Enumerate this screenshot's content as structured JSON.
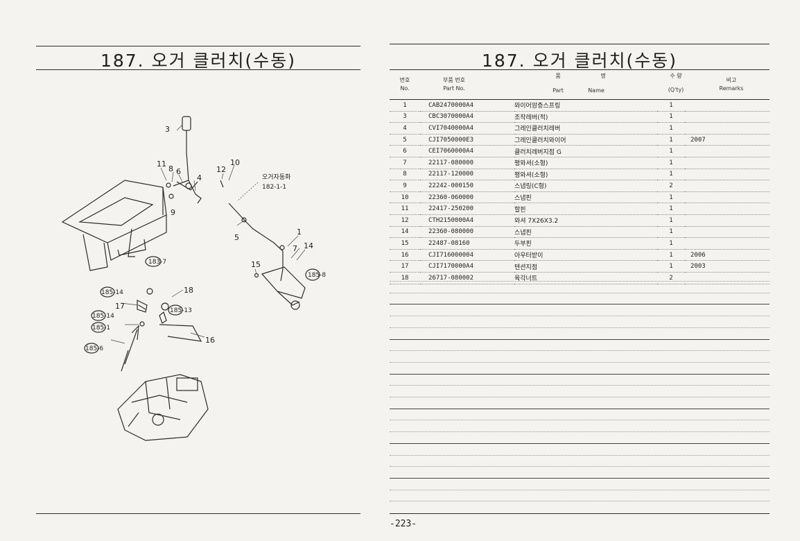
{
  "title": "187. 오거 클러치(수동)",
  "header": {
    "no_ko": "번호",
    "no_en": "No.",
    "part_ko": "부품 번호",
    "part_en": "Part No.",
    "name_ko_1": "품",
    "name_ko_2": "명",
    "name_en_1": "Part",
    "name_en_2": "Name",
    "qty_ko": "수 량",
    "qty_en": "(Q'ty)",
    "remarks_ko": "비고",
    "remarks_en": "Remarks"
  },
  "parts": [
    {
      "no": "1",
      "part": "CAB2470000A4",
      "name": "와이어암층스프링",
      "qty": "1",
      "remarks": ""
    },
    {
      "no": "3",
      "part": "CBC3070000A4",
      "name": "조작레버(적)",
      "qty": "1",
      "remarks": ""
    },
    {
      "no": "4",
      "part": "CVI7040000A4",
      "name": "그레인클러치레버",
      "qty": "1",
      "remarks": ""
    },
    {
      "no": "5",
      "part": "CJI7050000E3",
      "name": "그레인클러치와이어",
      "qty": "1",
      "remarks": "2007"
    },
    {
      "no": "6",
      "part": "CEI7060000A4",
      "name": "클러치레버지점 G",
      "qty": "1",
      "remarks": ""
    },
    {
      "no": "7",
      "part": "22117-080000",
      "name": "평와셔(소형)",
      "qty": "1",
      "remarks": ""
    },
    {
      "no": "8",
      "part": "22117-120000",
      "name": "평와셔(소형)",
      "qty": "1",
      "remarks": ""
    },
    {
      "no": "9",
      "part": "22242-000150",
      "name": "스냅링(C형)",
      "qty": "2",
      "remarks": ""
    },
    {
      "no": "10",
      "part": "22360-060000",
      "name": "스냅핀",
      "qty": "1",
      "remarks": ""
    },
    {
      "no": "11",
      "part": "22417-250200",
      "name": "할핀",
      "qty": "1",
      "remarks": ""
    },
    {
      "no": "12",
      "part": "CTH2150000A4",
      "name": "와셔 7X26X3.2",
      "qty": "1",
      "remarks": ""
    },
    {
      "no": "14",
      "part": "22360-080000",
      "name": "스냅핀",
      "qty": "1",
      "remarks": ""
    },
    {
      "no": "15",
      "part": "22487-08160",
      "name": "두부핀",
      "qty": "1",
      "remarks": ""
    },
    {
      "no": "16",
      "part": "CJI716000004",
      "name": "아우터받이",
      "qty": "1",
      "remarks": "2006"
    },
    {
      "no": "17",
      "part": "CJI7170000A4",
      "name": "텐션지점",
      "qty": "1",
      "remarks": "2003"
    },
    {
      "no": "18",
      "part": "26717-080002",
      "name": "육각너트",
      "qty": "2",
      "remarks": ""
    }
  ],
  "diagram": {
    "callouts": [
      "3",
      "11",
      "8",
      "6",
      "4",
      "9",
      "10",
      "12",
      "1",
      "7",
      "14",
      "5",
      "15",
      "18",
      "17",
      "16"
    ],
    "ref_labels": [
      "183-7",
      "185-8",
      "185-14",
      "185-13",
      "185-14",
      "185-1",
      "185-6"
    ],
    "auto_label": "오거자동화",
    "auto_ref": "182-1-1"
  },
  "page_number": "-223-"
}
